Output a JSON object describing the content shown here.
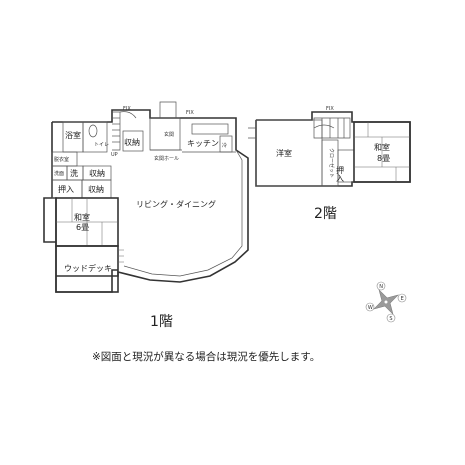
{
  "floor1": {
    "label": "1階",
    "rooms": {
      "bath": "浴室",
      "toilet": "トイレ",
      "dressing": "脱衣室",
      "washroom": "洗面",
      "wash": "洗",
      "storage_a": "収納",
      "storage_b": "収納",
      "storage_c": "収納",
      "closet": "押入",
      "kitchen": "キッチン",
      "entrance": "玄関",
      "entrance_hall": "玄関ホール",
      "living_dining": "リビング・ダイニング",
      "japanese_room": "和室",
      "japanese_room_size": "6畳",
      "wood_deck": "ウッドデッキ",
      "fix_a": "FIX",
      "fix_b": "FIX",
      "up": "UP",
      "ref": "冷"
    }
  },
  "floor2": {
    "label": "2階",
    "rooms": {
      "western_room": "洋室",
      "closet_set": "クローゼット",
      "oshiire": "押入",
      "japanese_room": "和室",
      "japanese_room_size": "8畳",
      "fix": "FIX"
    }
  },
  "compass": {
    "n": "N",
    "e": "E",
    "s": "S",
    "w": "W"
  },
  "note": "※図面と現況が異なる場合は現況を優先します。"
}
